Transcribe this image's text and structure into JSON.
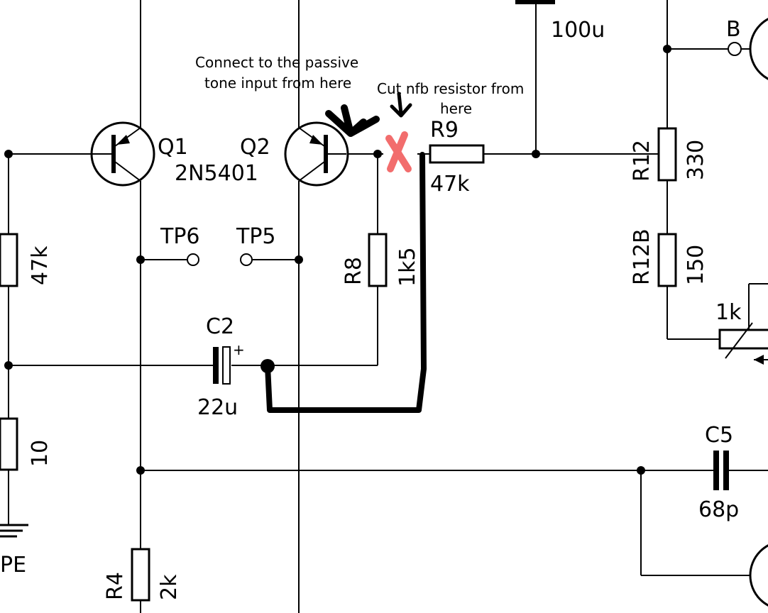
{
  "components": {
    "q1": {
      "ref": "Q1",
      "part": "2N5401"
    },
    "q2": {
      "ref": "Q2"
    },
    "r_left_top": {
      "value": "47k"
    },
    "r_left_bottom": {
      "value": "10"
    },
    "r4": {
      "ref": "R4",
      "value": "2k"
    },
    "r8": {
      "ref": "R8",
      "value": "1k5"
    },
    "r9": {
      "ref": "R9",
      "value": "47k"
    },
    "r12": {
      "ref": "R12",
      "value": "330"
    },
    "r12b": {
      "ref": "R12B",
      "value": "150"
    },
    "pot": {
      "value": "1k"
    },
    "c2": {
      "ref": "C2",
      "value": "22u",
      "polarity": "+"
    },
    "c5": {
      "ref": "C5",
      "value": "68p"
    },
    "c_top": {
      "value": "100u"
    },
    "tp6": {
      "ref": "TP6"
    },
    "tp5": {
      "ref": "TP5"
    },
    "terminal_b": {
      "label": "B"
    },
    "edge_label": {
      "text": "PE"
    }
  },
  "annotations": {
    "connect_note": {
      "line1": "Connect to the passive",
      "line2": "tone input from here"
    },
    "cut_note": {
      "line1": "Cut nfb resistor from",
      "line2": "here"
    },
    "cut_mark": {
      "color": "#f26d6d"
    },
    "jumper": {
      "color": "#000000"
    }
  }
}
